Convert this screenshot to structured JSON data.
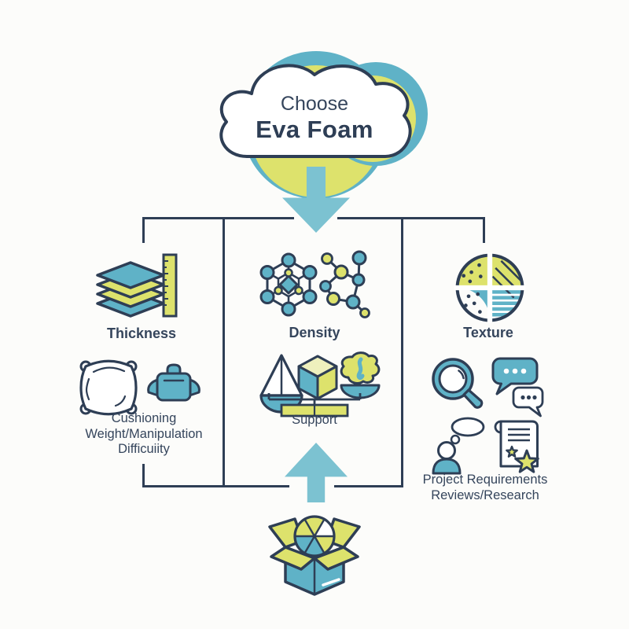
{
  "title": {
    "line1": "Choose",
    "line2": "Eva Foam"
  },
  "columns": {
    "left": {
      "title": "Thickness",
      "caption": [
        "Cushioning",
        "Weight/Manipulation",
        "Difficuiity"
      ]
    },
    "center": {
      "title": "Density",
      "support": "Support"
    },
    "right": {
      "title": "Texture",
      "caption": [
        "Project Requirements",
        "Reviews/Research"
      ]
    }
  },
  "icons": [
    "cloud-icon",
    "down-arrow-icon",
    "foam-layers-icon",
    "ruler-icon",
    "pillow-icon",
    "weight-icon",
    "molecule-lattice-icon",
    "molecule-chain-icon",
    "scale-icon",
    "cube-icon",
    "foam-bowl-icon",
    "support-bar-icon",
    "texture-pie-icon",
    "magnifier-icon",
    "chat-bubbles-icon",
    "person-think-icon",
    "scroll-star-icon",
    "up-arrow-icon",
    "open-box-icon"
  ],
  "colors": {
    "teal": "#5fb2c7",
    "teal_light": "#7cc2d1",
    "yellow": "#dde26c",
    "yellow_pale": "#eef0bd",
    "navy": "#2e3e55",
    "text": "#35455c",
    "background": "#fcfcfa"
  }
}
